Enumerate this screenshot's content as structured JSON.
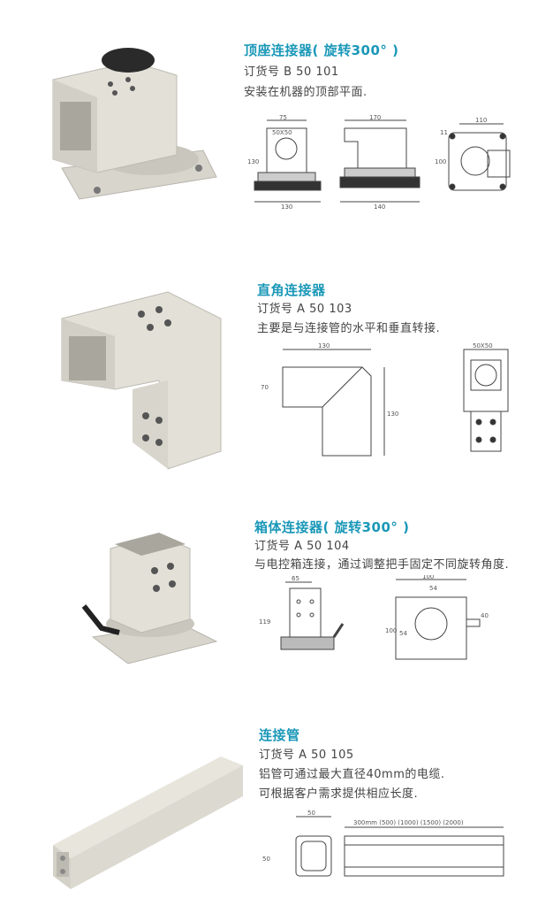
{
  "sections": [
    {
      "title": "顶座连接器( 旋转300° )",
      "order": "订货号 B 50 101",
      "desc": [
        "安装在机器的顶部平面."
      ],
      "dims": {
        "a": "75",
        "b": "50X50",
        "c": "170",
        "d": "110",
        "e": "130",
        "f": "130",
        "g": "140",
        "h": "100",
        "i": "11"
      }
    },
    {
      "title": "直角连接器",
      "order": "订货号 A 50 103",
      "desc": [
        "主要是与连接管的水平和垂直转接."
      ],
      "dims": {
        "a": "130",
        "b": "70",
        "c": "130",
        "d": "50X50"
      }
    },
    {
      "title": "箱体连接器( 旋转300° )",
      "order": "订货号 A 50 104",
      "desc": [
        "与电控箱连接，通过调整把手固定不同旋转角度."
      ],
      "dims": {
        "a": "65",
        "b": "100",
        "c": "54",
        "d": "119",
        "e": "100",
        "f": "54",
        "g": "40"
      }
    },
    {
      "title": "连接管",
      "order": "订货号 A 50 105",
      "desc": [
        "铝管可通过最大直径40mm的电缆.",
        "可根据客户需求提供相应长度."
      ],
      "dims": {
        "a": "50",
        "b": "50",
        "c": "300mm  (500)  (1000)  (1500)  (2000)"
      }
    }
  ]
}
